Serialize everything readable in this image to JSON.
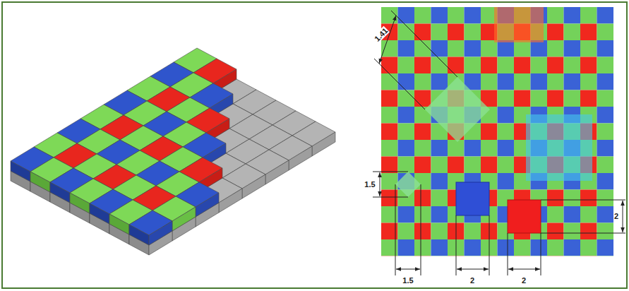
{
  "diagram": {
    "labels": [
      "1.41",
      "1.5",
      "2",
      "1.5",
      "2",
      "2"
    ]
  }
}
